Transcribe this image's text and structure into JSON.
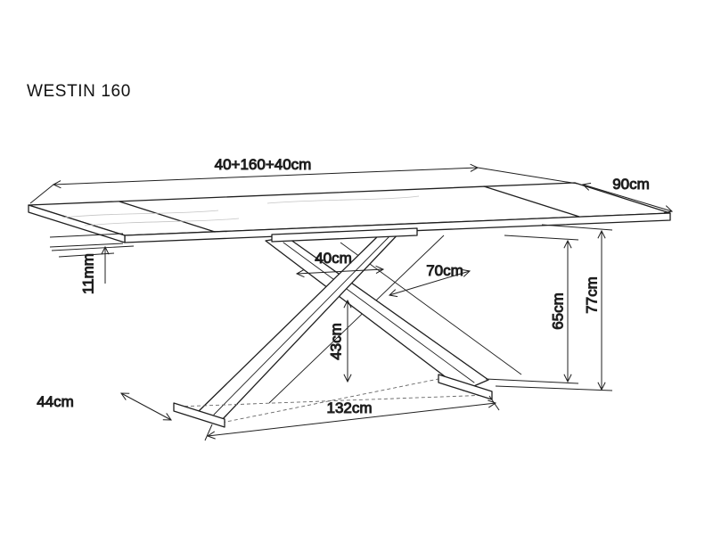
{
  "title": "WESTIN 160",
  "diagram": {
    "labels": {
      "total_length": "40+160+40cm",
      "depth": "90cm",
      "top_thickness": "11mm",
      "base_inner_width": "40cm",
      "base_depth": "70cm",
      "clearance_height": "65cm",
      "total_height": "77cm",
      "frame_height": "43cm",
      "foot_length": "44cm",
      "base_span": "132cm"
    },
    "line_color": "#1f1f1f",
    "background": "#ffffff"
  }
}
